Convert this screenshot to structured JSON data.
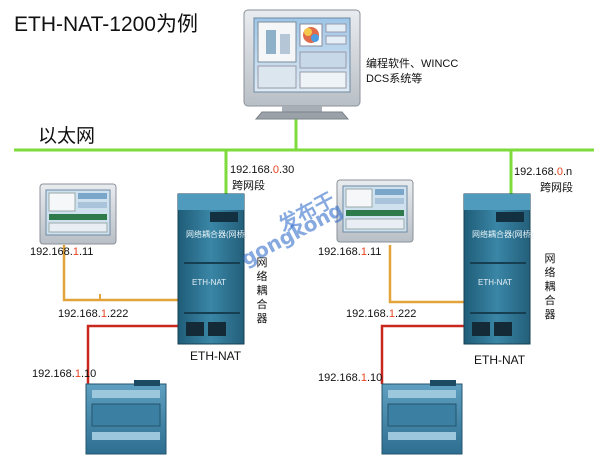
{
  "title": "ETH-NAT-1200为例",
  "network_label": "以太网",
  "pc_note": {
    "line1": "编程软件、WINCC",
    "line2": "DCS系统等"
  },
  "colors": {
    "ethernet": "#7ddc3b",
    "local_orange": "#e2a33a",
    "local_red": "#c9281e",
    "ip_highlight": "#e8421e"
  },
  "segments": [
    {
      "gateway_ip": {
        "pre": "192.168.",
        "hl": "0",
        "post": ".30"
      },
      "gateway_note": "跨网段",
      "hmi_ip": {
        "pre": "192.168.",
        "hl": "1",
        "post": ".11"
      },
      "module_ip": {
        "pre": "192.168.",
        "hl": "1",
        "post": ".222"
      },
      "plc_ip": {
        "pre": "192.168.",
        "hl": "1",
        "post": ".10"
      },
      "module_name": "ETH-NAT",
      "module_vertical_label": "网络耦合器",
      "module_face_label": "网络耦合器(网桥)",
      "module_brand": "ETH-NAT"
    },
    {
      "gateway_ip": {
        "pre": "192.168.",
        "hl": "0",
        "post": ".n"
      },
      "gateway_note": "跨网段",
      "hmi_ip": {
        "pre": "192.168.",
        "hl": "1",
        "post": ".11"
      },
      "module_ip": {
        "pre": "192.168.",
        "hl": "1",
        "post": ".222"
      },
      "plc_ip": {
        "pre": "192.168.",
        "hl": "1",
        "post": ".10"
      },
      "module_name": "ETH-NAT",
      "module_vertical_label": "网络耦合器",
      "module_face_label": "网络耦合器(网桥)",
      "module_brand": "ETH-NAT"
    }
  ],
  "watermark": {
    "line1": "发布于",
    "line2": "gongkong"
  }
}
